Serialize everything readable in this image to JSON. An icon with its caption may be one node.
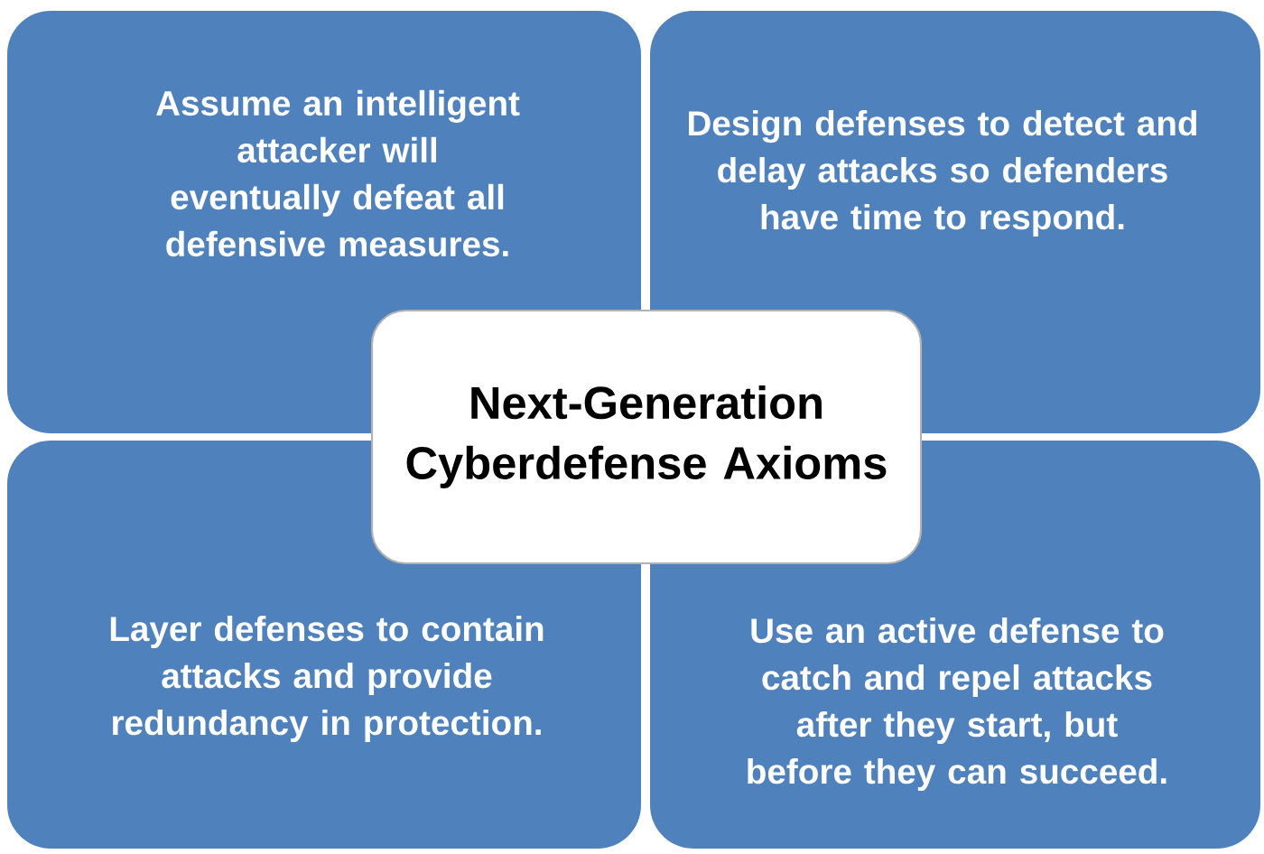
{
  "diagram": {
    "nodes": [
      {
        "text": [
          "Assume an intelligent attacker will eventually defeat all defensive measures."
        ]
      },
      {
        "text": [
          "Design defenses to detect and delay attacks so defenders have time to respond."
        ]
      },
      {
        "text": [
          "Next-Generation Cyberdefense Axioms"
        ]
      },
      {
        "text": [
          "Layer defenses to contain attacks and provide redundancy in protection."
        ]
      },
      {
        "text": [
          "Use an active defense to catch and repel attacks after they start, but before they can succeed."
        ]
      }
    ]
  }
}
